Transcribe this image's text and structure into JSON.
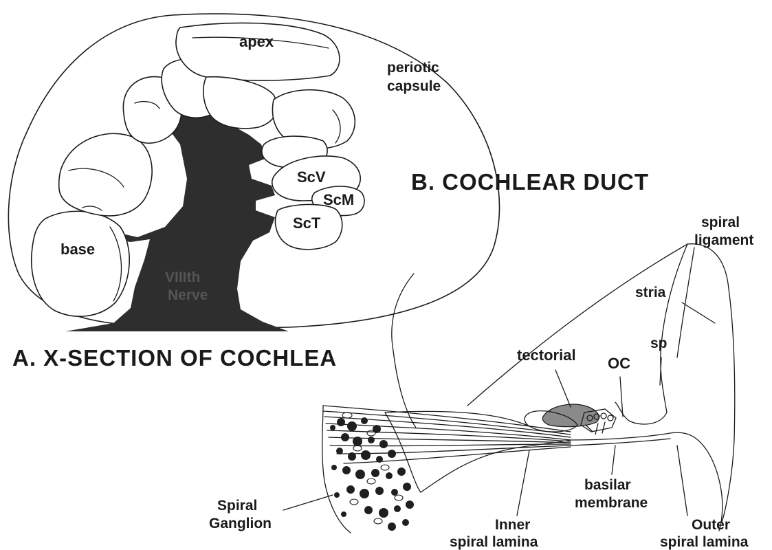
{
  "panel_a": {
    "heading": "A. X-SECTION OF COCHLEA",
    "labels": {
      "apex": "apex",
      "periotic": "periotic",
      "capsule": "capsule",
      "scv": "ScV",
      "scm": "ScM",
      "sct": "ScT",
      "base": "base",
      "nerve_line1": "VIIIth",
      "nerve_line2": "Nerve"
    }
  },
  "panel_b": {
    "heading": "B. COCHLEAR DUCT",
    "labels": {
      "spiral_ligament_1": "spiral",
      "spiral_ligament_2": "ligament",
      "stria": "stria",
      "sp": "sp",
      "tectorial": "tectorial",
      "oc": "OC",
      "spiral_ganglion_1": "Spiral",
      "spiral_ganglion_2": "Ganglion",
      "basilar_1": "basilar",
      "basilar_2": "membrane",
      "inner_1": "Inner",
      "inner_2": "spiral lamina",
      "outer_1": "Outer",
      "outer_2": "spiral lamina"
    }
  },
  "colors": {
    "ink": "#1a1a1a",
    "nerve_fill": "#2e2e2e",
    "tectorial_fill": "#8a8a8a",
    "background": "#ffffff"
  }
}
